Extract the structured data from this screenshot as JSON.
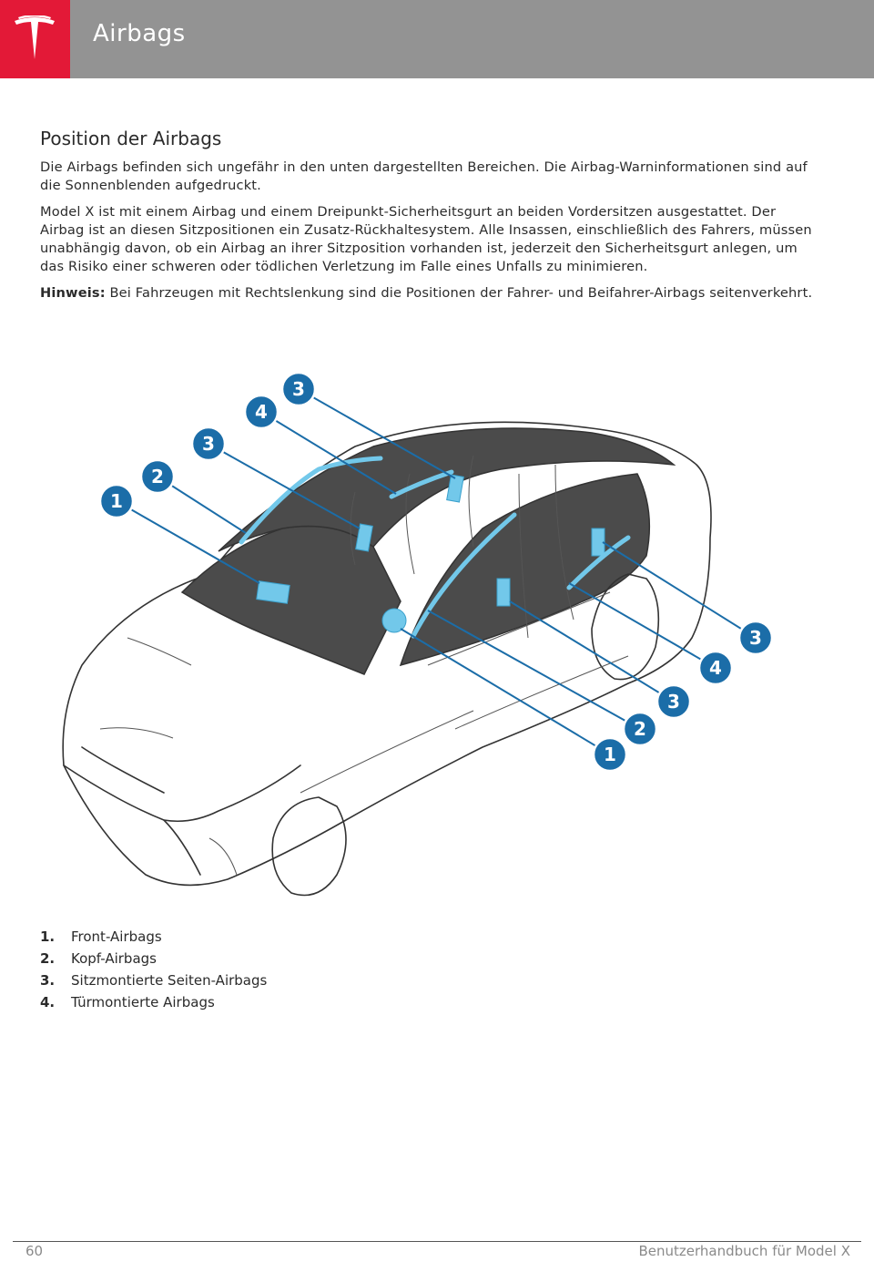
{
  "header": {
    "title": "Airbags"
  },
  "section": {
    "title": "Position der Airbags",
    "para1": "Die Airbags befinden sich ungefähr in den unten dargestellten Bereichen. Die Airbag-Warninformationen sind auf die Sonnenblenden aufgedruckt.",
    "para2": "Model X ist mit einem Airbag und einem Dreipunkt-Sicherheitsgurt an beiden Vordersitzen ausgestattet. Der Airbag ist an diesen Sitzpositionen ein Zusatz-Rückhaltesystem. Alle Insassen, einschließlich des Fahrers, müssen unabhängig davon, ob ein Airbag an ihrer Sitzposition vorhanden ist, jederzeit den Sicherheitsgurt anlegen, um das Risiko einer schweren oder tödlichen Verletzung im Falle eines Unfalls zu minimieren.",
    "note_label": "Hinweis:",
    "note_text": " Bei Fahrzeugen mit Rechtslenkung sind die Positionen der Fahrer- und Beifahrer-Airbags seitenverkehrt."
  },
  "figure": {
    "callouts": [
      {
        "label": "1"
      },
      {
        "label": "2"
      },
      {
        "label": "3"
      },
      {
        "label": "4"
      },
      {
        "label": "3"
      },
      {
        "label": "3"
      },
      {
        "label": "4"
      },
      {
        "label": "3"
      },
      {
        "label": "2"
      },
      {
        "label": "1"
      }
    ],
    "colors": {
      "callout": "#1b6da8",
      "airbag": "#72c8ea"
    }
  },
  "legend": [
    {
      "num": "1.",
      "text": "Front-Airbags"
    },
    {
      "num": "2.",
      "text": "Kopf-Airbags"
    },
    {
      "num": "3.",
      "text": "Sitzmontierte Seiten-Airbags"
    },
    {
      "num": "4.",
      "text": "Türmontierte Airbags"
    }
  ],
  "footer": {
    "page": "60",
    "title": "Benutzerhandbuch für Model X"
  }
}
